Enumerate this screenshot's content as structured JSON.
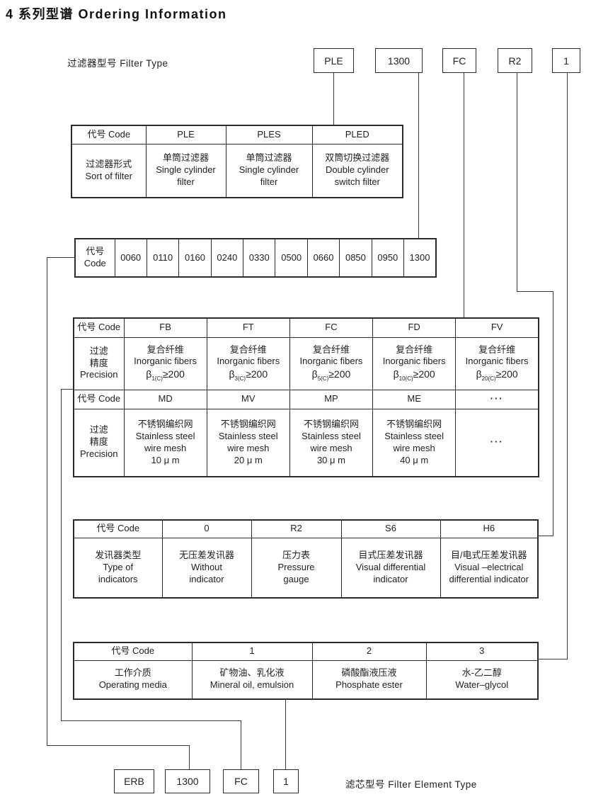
{
  "title": "4 系列型谱 Ordering Information",
  "labels": {
    "filter_type": "过滤器型号  Filter Type",
    "element_type": "滤芯型号 Filter Element Type"
  },
  "filter_model_boxes": {
    "type": "PLE",
    "size": "1300",
    "precision": "FC",
    "indicator": "R2",
    "media": "1"
  },
  "element_model_boxes": {
    "series": "ERB",
    "size": "1300",
    "precision": "FC",
    "media": "1"
  },
  "sort_table": {
    "code_header": "代号 Code",
    "codes": [
      "PLE",
      "PLES",
      "PLED"
    ],
    "row_label": "过滤器形式\nSort of filter",
    "cells": [
      {
        "cn": "单筒过滤器",
        "en": "Single cylinder\nfilter"
      },
      {
        "cn": "单筒过滤器",
        "en": "Single cylinder\nfilter"
      },
      {
        "cn": "双筒切换过滤器",
        "en": "Double cylinder\nswitch filter"
      }
    ]
  },
  "size_table": {
    "code_header": "代号\nCode",
    "codes": [
      "0060",
      "0110",
      "0160",
      "0240",
      "0330",
      "0500",
      "0660",
      "0850",
      "0950",
      "1300"
    ]
  },
  "precision_table": {
    "code_header": "代号 Code",
    "fiber_codes": [
      "FB",
      "FT",
      "FC",
      "FD",
      "FV"
    ],
    "row_label": "过滤\n精度\nPrecision",
    "fiber_cn": "复合纤维",
    "fiber_en": "Inorganic fibers",
    "beta": "β",
    "beta_subs": [
      "1(C)",
      "3(C)",
      "5(C)",
      "10(C)",
      "20(C)"
    ],
    "beta_value": "≥200",
    "mesh_codes": [
      "MD",
      "MV",
      "MP",
      "ME",
      "···"
    ],
    "mesh_cn": "不锈钢编织网",
    "mesh_en": "Stainless steel\nwire mesh",
    "mesh_sizes": [
      "10 μ m",
      "20 μ m",
      "30 μ m",
      "40 μ m"
    ],
    "dots": "···"
  },
  "indicator_table": {
    "code_header": "代号 Code",
    "codes": [
      "0",
      "R2",
      "S6",
      "H6"
    ],
    "row_label": "发讯器类型\nType of\nindicators",
    "cells": [
      {
        "cn": "无压差发讯器",
        "en": "Without\nindicator"
      },
      {
        "cn": "压力表",
        "en": "Pressure\ngauge"
      },
      {
        "cn": "目式压差发讯器",
        "en": "Visual differential\nindicator"
      },
      {
        "cn": "目/电式压差发讯器",
        "en": "Visual –electrical\ndifferential indicator"
      }
    ]
  },
  "media_table": {
    "code_header": "代号 Code",
    "codes": [
      "1",
      "2",
      "3"
    ],
    "row_label": "工作介质\nOperating media",
    "cells": [
      {
        "cn": "矿物油、乳化液",
        "en": "Mineral oil, emulsion"
      },
      {
        "cn": "磷酸酯液压液",
        "en": "Phosphate ester"
      },
      {
        "cn": "水-乙二醇",
        "en": "Water–glycol"
      }
    ]
  }
}
